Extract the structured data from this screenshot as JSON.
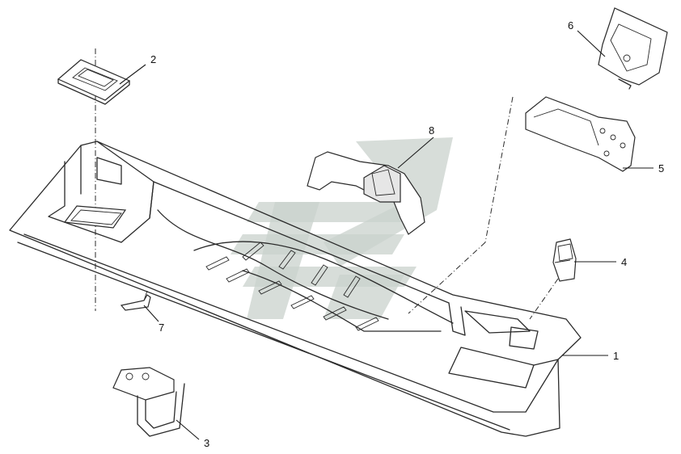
{
  "callouts": [
    {
      "id": "1",
      "label": "1"
    },
    {
      "id": "2",
      "label": "2"
    },
    {
      "id": "3",
      "label": "3"
    },
    {
      "id": "4",
      "label": "4"
    },
    {
      "id": "5",
      "label": "5"
    },
    {
      "id": "6",
      "label": "6"
    },
    {
      "id": "7",
      "label": "7"
    },
    {
      "id": "8",
      "label": "8"
    }
  ],
  "colors": {
    "line": "#2a2a2a",
    "watermark": "#c9d1cc",
    "background": "#ffffff"
  }
}
